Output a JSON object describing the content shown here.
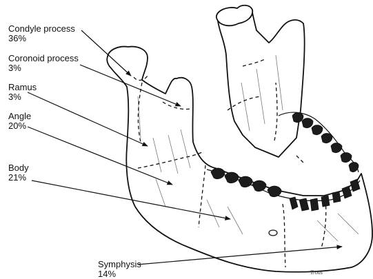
{
  "regions": [
    {
      "name": "Condyle process",
      "percent": "36%"
    },
    {
      "name": "Coronoid process",
      "percent": "3%"
    },
    {
      "name": "Ramus",
      "percent": "3%"
    },
    {
      "name": "Angle",
      "percent": "20%"
    },
    {
      "name": "Body",
      "percent": "21%"
    },
    {
      "name": "Symphysis",
      "percent": "14%"
    }
  ],
  "signature": "Trous"
}
